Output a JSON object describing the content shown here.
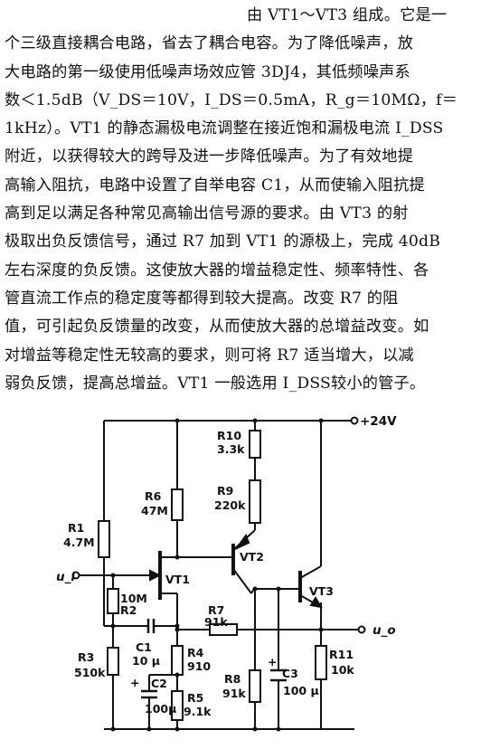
{
  "paragraph": {
    "lines": [
      "由 VT1～VT3 组成。它是一",
      "个三级直接耦合电路，省去了耦合电容。为了降低噪声，放",
      "大电路的第一级使用低噪声场效应管 3DJ4，其低频噪声系",
      "数＜1.5dB（V_DS＝10V，I_DS＝0.5mA，R_g＝10MΩ，f＝",
      "1kHz）。VT1 的静态漏极电流调整在接近饱和漏极电流 I_DSS",
      "附近，以获得较大的跨导及进一步降低噪声。为了有效地提",
      "高输入阻抗，电路中设置了自举电容 C1，从而使输入阻抗提",
      "高到足以满足各种常见高输出信号源的要求。由 VT3 的射",
      "极取出负反馈信号，通过 R7 加到 VT1 的源极上，完成 40dB",
      "左右深度的负反馈。这使放大器的增益稳定性、频率特性、各",
      "管直流工作点的稳定度等都得到较大提高。改变 R7 的阻",
      "值，可引起负反馈量的改变，从而使放大器的总增益改变。如",
      "对增益等稳定性无较高的要求，则可将 R7 适当增大，以减",
      "弱负反馈，提高总增益。VT1 一般选用 I_DSS较小的管子。"
    ]
  },
  "circuit": {
    "supply": "+24V",
    "input": "u_i",
    "output": "u_o",
    "components": {
      "r1_name": "R1",
      "r1_value": "4.7M",
      "r2_name": "R2",
      "r2_value": "10M",
      "r3_name": "R3",
      "r3_value": "510k",
      "r4_name": "R4",
      "r4_value": "910",
      "r5_name": "R5",
      "r5_value": "9.1k",
      "r6_name": "R6",
      "r6_value": "47M",
      "r7_name": "R7",
      "r7_value": "91k",
      "r8_name": "R8",
      "r8_value": "91k",
      "r9_name": "R9",
      "r9_value": "220k",
      "r10_name": "R10",
      "r10_value": "3.3k",
      "r11_name": "R11",
      "r11_value": "10k",
      "c1_name": "C1",
      "c1_value": "10 μ",
      "c2_name": "C2",
      "c2_value": "100μ",
      "c3_name": "C3",
      "c3_value": "100 μ",
      "vt1": "VT1",
      "vt2": "VT2",
      "vt3": "VT3",
      "plus": "+"
    }
  }
}
